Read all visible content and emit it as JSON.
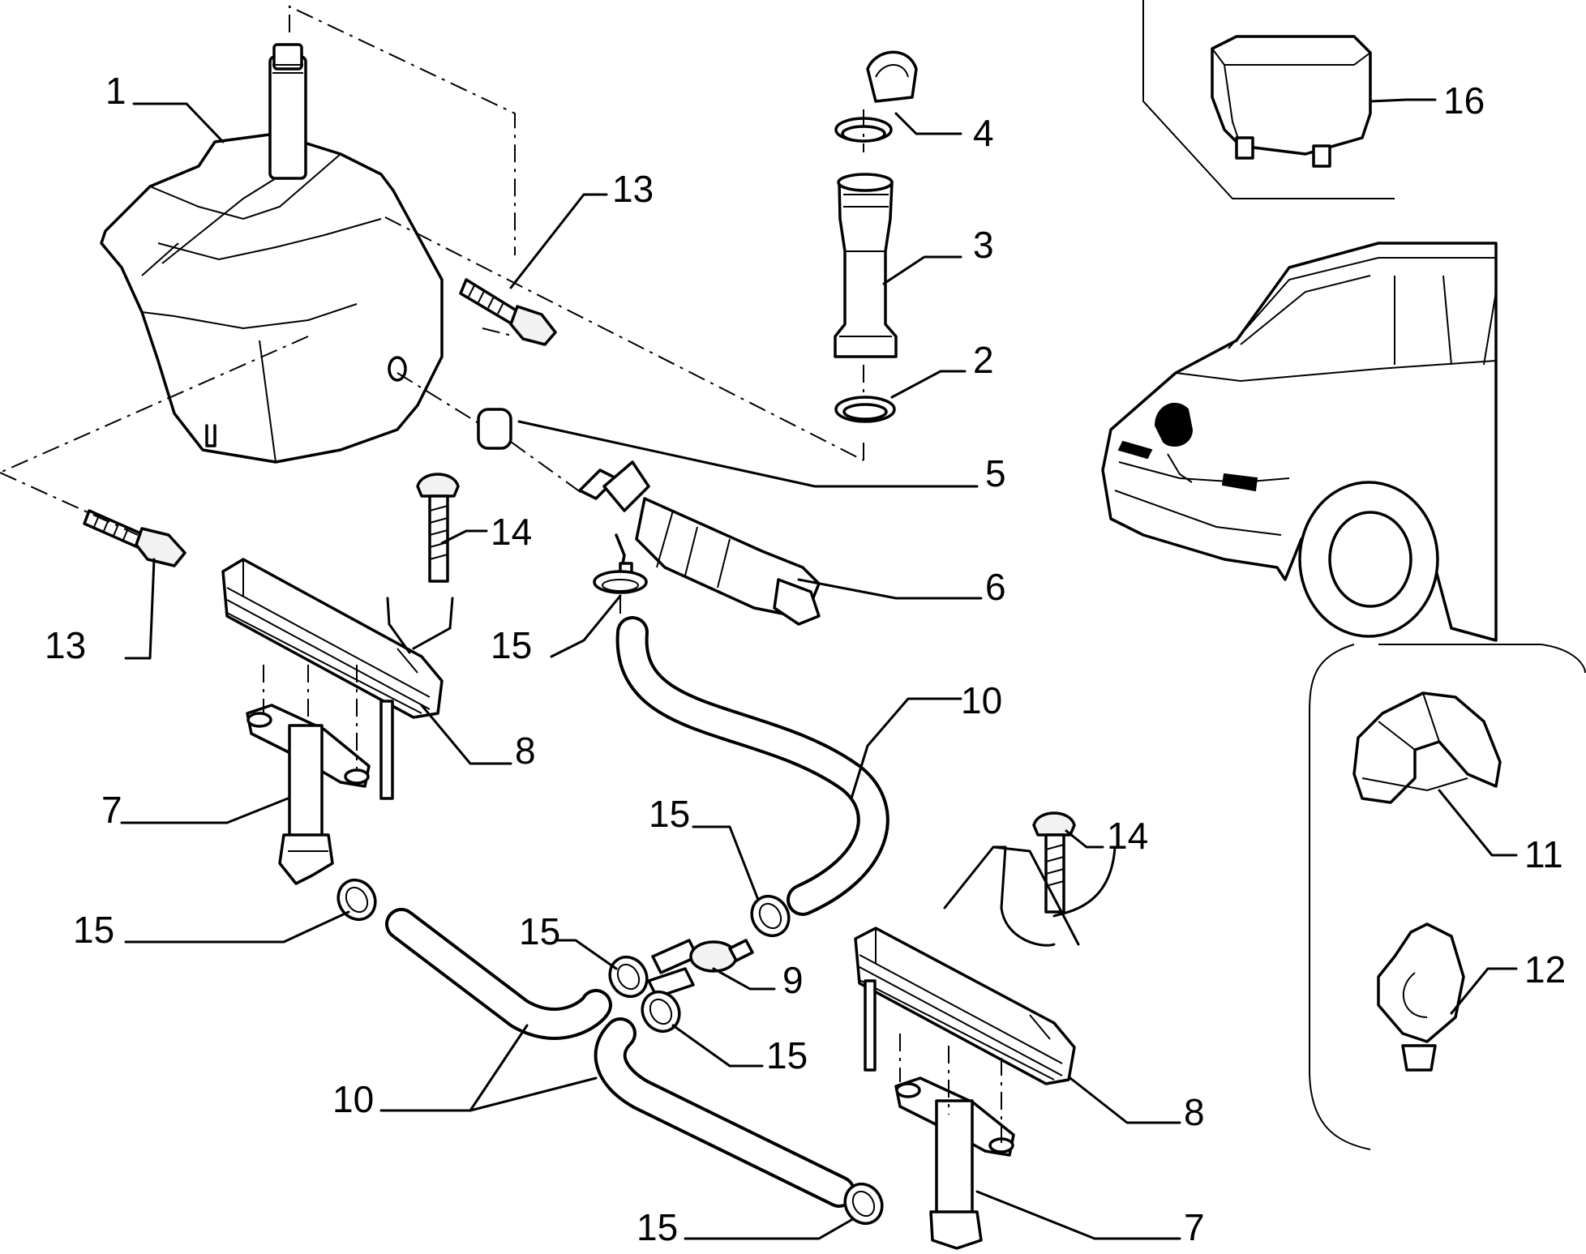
{
  "labels": {
    "l1": "1",
    "l2": "2",
    "l3": "3",
    "l4": "4",
    "l5": "5",
    "l6": "6",
    "l7a": "7",
    "l7b": "7",
    "l8a": "8",
    "l8b": "8",
    "l9": "9",
    "l10a": "10",
    "l10b": "10",
    "l11": "11",
    "l12": "12",
    "l13a": "13",
    "l13b": "13",
    "l14a": "14",
    "l14b": "14",
    "l15a": "15",
    "l15b": "15",
    "l15c": "15",
    "l15d": "15",
    "l15e": "15",
    "l15f": "15",
    "l16": "16"
  }
}
